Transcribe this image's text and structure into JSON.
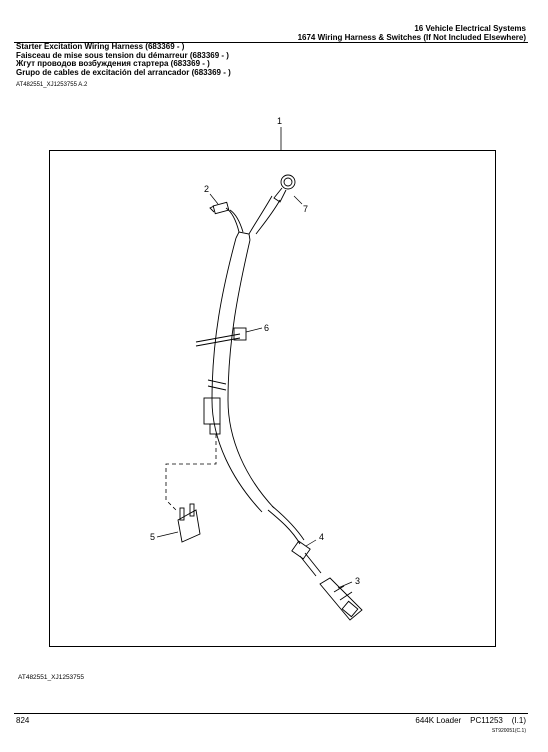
{
  "header": {
    "section": "16 Vehicle Electrical Systems",
    "group": "1674 Wiring Harness & Switches (If Not Included Elsewhere)"
  },
  "titles": {
    "en": "Starter Excitation Wiring Harness (683369 - )",
    "fr": "Faisceau de mise sous tension du démarreur (683369 - )",
    "ru": "Жгут проводов возбуждения стартера (683369 - )",
    "es": "Grupo de cables de excitación del arrancador (683369 - )"
  },
  "art_ref_top": "AT482551_XJ1253755 A.2",
  "art_ref_bottom": "AT482551_XJ1253755",
  "callouts": {
    "c1": "1",
    "c2": "2",
    "c3": "3",
    "c4": "4",
    "c5": "5",
    "c6": "6",
    "c7": "7"
  },
  "footer": {
    "page": "824",
    "machine": "644K Loader",
    "catalog": "PC11253",
    "index": "(I.1)",
    "code": "ST920051(C.1)"
  }
}
